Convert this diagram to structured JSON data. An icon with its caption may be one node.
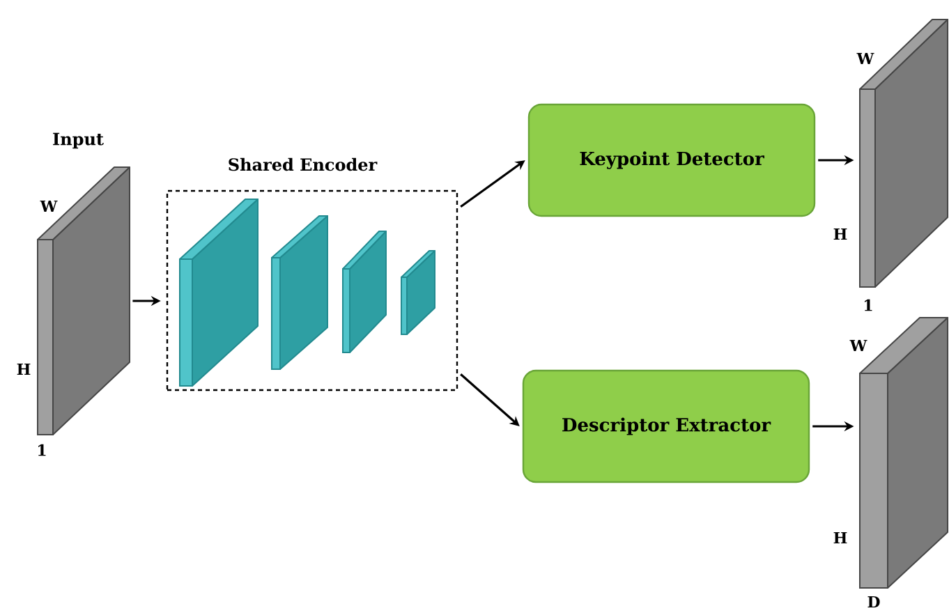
{
  "diagram": {
    "nodes": [
      {
        "text": [
          "Input"
        ],
        "beside": [
          "W",
          "H",
          "1"
        ]
      },
      {
        "text": [
          "Shared Encoder"
        ]
      },
      {
        "text": [
          "Keypoint Detector"
        ]
      },
      {
        "text": [
          "Descriptor Extractor"
        ]
      },
      {
        "text": [],
        "shape": "box",
        "beside": [
          "W",
          "H",
          "1"
        ]
      },
      {
        "text": [],
        "shape": "box",
        "beside": [
          "W",
          "H",
          "D"
        ]
      }
    ],
    "edges": [
      {
        "from": 0,
        "to": 1,
        "arrow": "to"
      },
      {
        "from": 1,
        "to": 2,
        "arrow": "to"
      },
      {
        "from": 1,
        "to": 3,
        "arrow": "to"
      },
      {
        "from": 2,
        "to": 4,
        "arrow": "to"
      },
      {
        "from": 3,
        "to": 5,
        "arrow": "to"
      }
    ]
  }
}
